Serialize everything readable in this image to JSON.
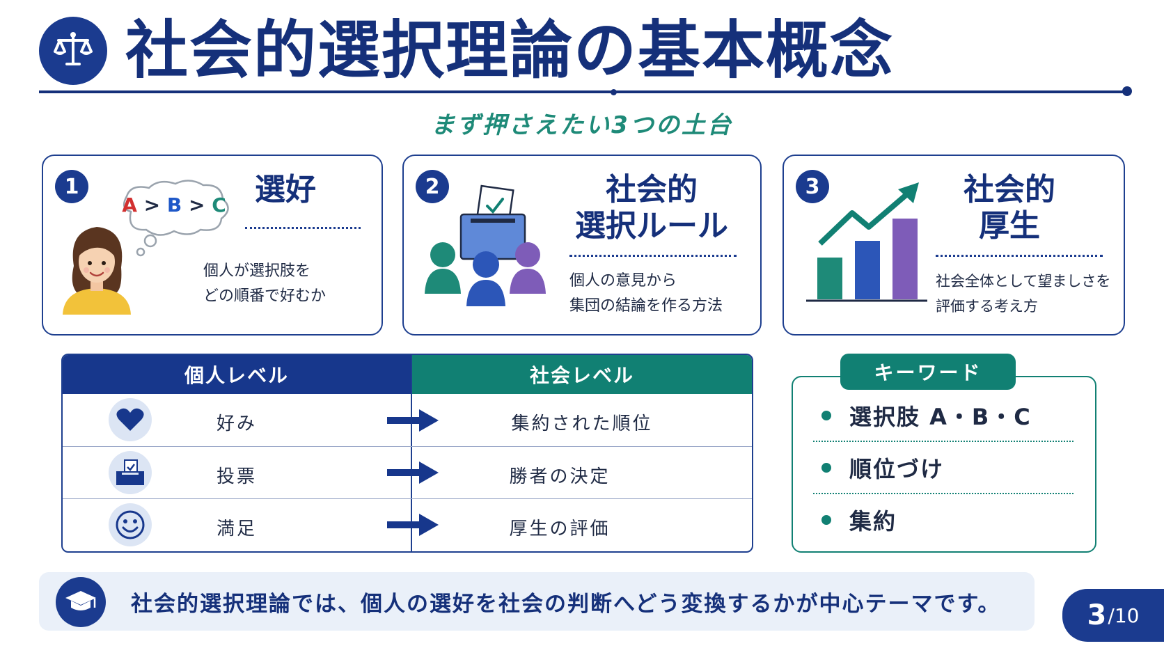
{
  "header": {
    "title": "社会的選択理論の基本概念",
    "subtitle": "まず押さえたい3つの土台"
  },
  "cards": [
    {
      "number": "1",
      "title": "選好",
      "bubble": "A > B > C",
      "desc_line1": "個人が選択肢を",
      "desc_line2": "どの順番で好むか"
    },
    {
      "number": "2",
      "title_line1": "社会的",
      "title_line2": "選択ルール",
      "desc_line1": "個人の意見から",
      "desc_line2": "集団の結論を作る方法"
    },
    {
      "number": "3",
      "title_line1": "社会的",
      "title_line2": "厚生",
      "desc_line1": "社会全体として望ましさを",
      "desc_line2": "評価する考え方"
    }
  ],
  "table": {
    "header_left": "個人レベル",
    "header_right": "社会レベル",
    "rows": [
      {
        "icon": "heart-icon",
        "left": "好み",
        "right": "集約された順位"
      },
      {
        "icon": "ballot-box-icon",
        "left": "投票",
        "right": "勝者の決定"
      },
      {
        "icon": "smiley-icon",
        "left": "満足",
        "right": "厚生の評価"
      }
    ]
  },
  "keywords": {
    "label": "キーワード",
    "items": [
      "選択肢 A・B・C",
      "順位づけ",
      "集約"
    ]
  },
  "footer": {
    "text": "社会的選択理論では、個人の選好を社会の判断へどう変換するかが中心テーマです。",
    "page_current": "3",
    "page_total": "/10"
  },
  "colors": {
    "navy": "#15307a",
    "blue": "#1b3b8f",
    "teal": "#118073",
    "purple": "#6b4fa0",
    "footer_bg": "#eaf0f9"
  }
}
